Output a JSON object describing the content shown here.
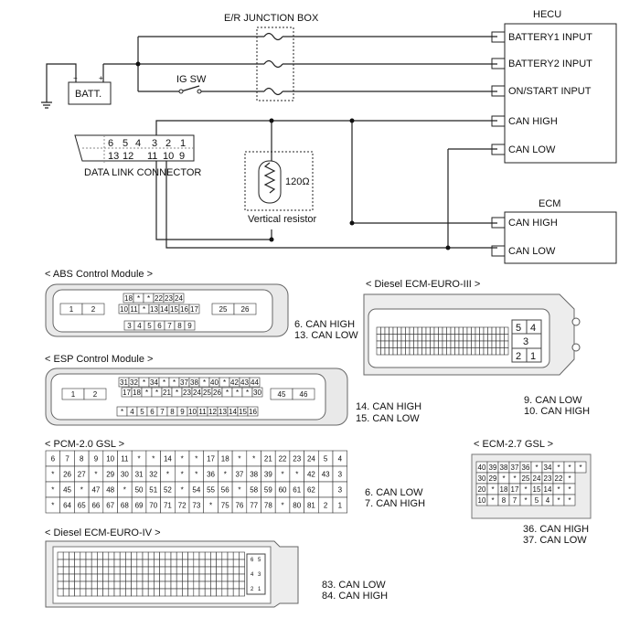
{
  "top": {
    "junction_box": "E/R JUNCTION BOX",
    "hecu": {
      "title": "HECU",
      "pins": [
        "BATTERY1 INPUT",
        "BATTERY2 INPUT",
        "ON/START INPUT",
        "CAN HIGH",
        "CAN LOW"
      ]
    },
    "ecm": {
      "title": "ECM",
      "pins": [
        "CAN HIGH",
        "CAN LOW"
      ]
    },
    "batt": "BATT.",
    "batt_minus": "−",
    "batt_plus": "+",
    "ig_sw": "IG SW",
    "dlc": {
      "label": "DATA LINK CONNECTOR",
      "row1": [
        "6",
        "5",
        "4",
        "3",
        "2",
        "1"
      ],
      "row2": [
        "13",
        "12",
        "11",
        "10",
        "9"
      ]
    },
    "resistor": {
      "value": "120Ω",
      "label": "Vertical resistor"
    }
  },
  "modules": {
    "abs": {
      "title": "< ABS Control Module >",
      "note1": "6. CAN HIGH",
      "note2": "13. CAN LOW",
      "row1": [
        "18",
        "*",
        "*",
        "22",
        "23",
        "24"
      ],
      "row2": [
        "10",
        "11",
        "*",
        "13",
        "14",
        "15",
        "16",
        "17"
      ],
      "row3": [
        "3",
        "4",
        "5",
        "6",
        "7",
        "8",
        "9"
      ],
      "left": [
        "1",
        "2"
      ],
      "right": [
        "25",
        "26"
      ]
    },
    "esp": {
      "title": "< ESP Control Module >",
      "note1": "14. CAN HIGH",
      "note2": "15. CAN LOW",
      "row1": [
        "31",
        "32",
        "*",
        "34",
        "*",
        "*",
        "37",
        "38",
        "*",
        "40",
        "*",
        "42",
        "43",
        "44"
      ],
      "row2": [
        "17",
        "18",
        "*",
        "*",
        "21",
        "*",
        "23",
        "24",
        "25",
        "26",
        "*",
        "*",
        "*",
        "30"
      ],
      "row3": [
        "*",
        "4",
        "5",
        "6",
        "7",
        "8",
        "9",
        "10",
        "11",
        "12",
        "13",
        "14",
        "15",
        "16"
      ],
      "left": [
        "1",
        "2"
      ],
      "right": [
        "45",
        "46"
      ]
    },
    "ecm3": {
      "title": "< Diesel ECM-EURO-III >",
      "note1": "9. CAN LOW",
      "note2": "10. CAN HIGH",
      "big": [
        "5",
        "4",
        "3",
        "2",
        "1"
      ]
    },
    "pcm": {
      "title": "< PCM-2.0 GSL >",
      "note1": "6. CAN LOW",
      "note2": "7. CAN HIGH",
      "rows": [
        [
          "6",
          "7",
          "8",
          "9",
          "10",
          "11",
          "*",
          "*",
          "14",
          "*",
          "*",
          "17",
          "18",
          "*",
          "*",
          "21",
          "22",
          "23",
          "24",
          "5",
          "4"
        ],
        [
          "*",
          "26",
          "27",
          "*",
          "29",
          "30",
          "31",
          "32",
          "*",
          "*",
          "*",
          "36",
          "*",
          "37",
          "38",
          "39",
          "*",
          "*",
          "42",
          "43",
          "3"
        ],
        [
          "*",
          "45",
          "*",
          "47",
          "48",
          "*",
          "50",
          "51",
          "52",
          "*",
          "54",
          "55",
          "56",
          "*",
          "58",
          "59",
          "60",
          "61",
          "62",
          "",
          "3"
        ],
        [
          "*",
          "64",
          "65",
          "66",
          "67",
          "68",
          "69",
          "70",
          "71",
          "72",
          "73",
          "*",
          "75",
          "76",
          "77",
          "78",
          "*",
          "80",
          "81",
          "2",
          "1"
        ]
      ]
    },
    "ecm27": {
      "title": "< ECM-2.7 GSL >",
      "note1": "36. CAN HIGH",
      "note2": "37. CAN LOW",
      "rows": [
        [
          "40",
          "39",
          "38",
          "37",
          "36",
          "*",
          "34",
          "*",
          "*",
          "*"
        ],
        [
          "30",
          "29",
          "*",
          "*",
          "25",
          "24",
          "23",
          "22",
          "*"
        ],
        [
          "20",
          "*",
          "18",
          "17",
          "*",
          "15",
          "14",
          "*",
          "*"
        ],
        [
          "10",
          "*",
          "8",
          "7",
          "*",
          "5",
          "4",
          "*",
          "*"
        ]
      ]
    },
    "ecm4": {
      "title": "< Diesel ECM-EURO-IV >",
      "note1": "83. CAN LOW",
      "note2": "84. CAN HIGH",
      "side": [
        "6",
        "5",
        "4",
        "3",
        "2",
        "1"
      ]
    }
  }
}
